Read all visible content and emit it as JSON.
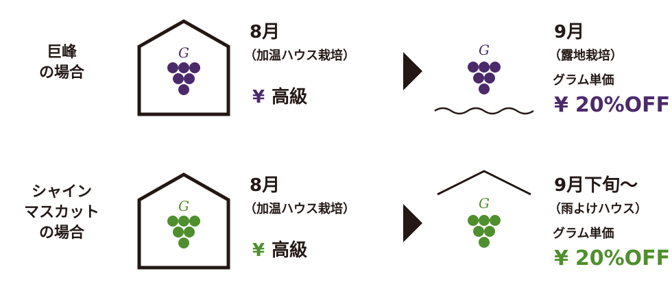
{
  "colors": {
    "ink": "#231815",
    "purple": "#4b2a6a",
    "green": "#4f8f2e"
  },
  "icons": [
    "house-icon",
    "grape-bunch-icon",
    "arrow-right-icon",
    "ground-wave-icon",
    "roof-icon",
    "yen-icon"
  ],
  "rows": [
    {
      "label_lines": [
        "巨峰",
        "の場合"
      ],
      "left": {
        "month": "8月",
        "method": "（加温ハウス栽培）",
        "currency": "¥",
        "price": "高級"
      },
      "right": {
        "month": "9月",
        "method": "（露地栽培）",
        "unit": "グラム単価",
        "currency": "¥",
        "discount": "20%OFF"
      }
    },
    {
      "label_lines": [
        "シャイン",
        "マスカット",
        "の場合"
      ],
      "left": {
        "month": "8月",
        "method": "（加温ハウス栽培）",
        "currency": "¥",
        "price": "高級"
      },
      "right": {
        "month": "9月下旬〜",
        "method": "（雨よけハウス）",
        "unit": "グラム単価",
        "currency": "¥",
        "discount": "20%OFF"
      }
    }
  ]
}
